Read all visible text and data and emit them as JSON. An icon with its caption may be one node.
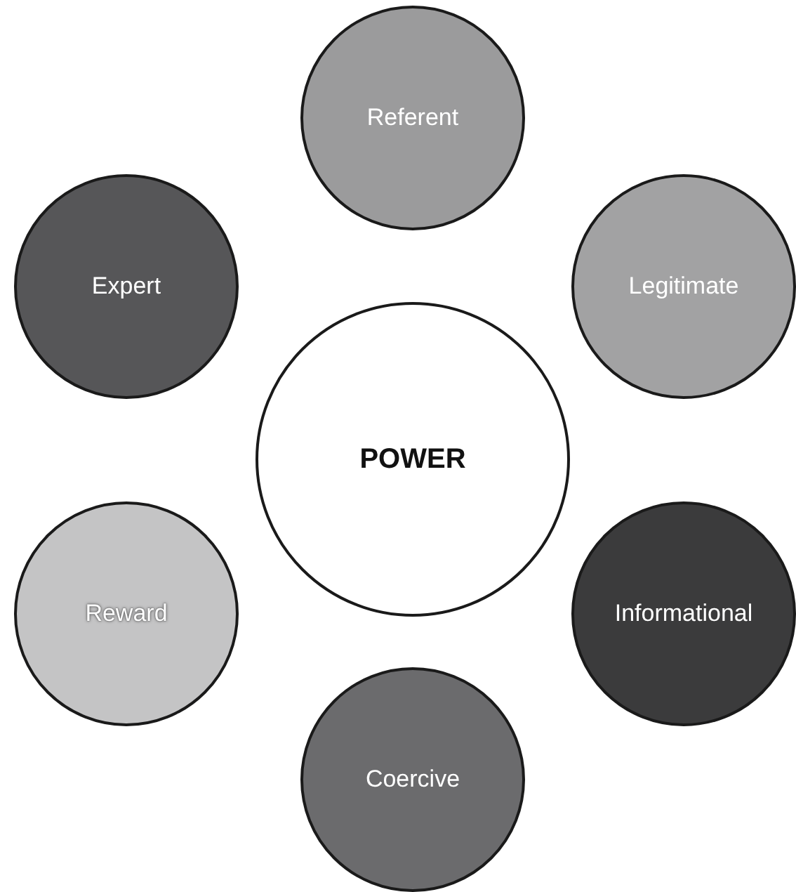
{
  "diagram": {
    "nodes": [
      {
        "text": [
          "POWER"
        ]
      },
      {
        "text": [
          "Referent"
        ]
      },
      {
        "text": [
          "Legitimate"
        ]
      },
      {
        "text": [
          "Informational"
        ]
      },
      {
        "text": [
          "Coercive"
        ]
      },
      {
        "text": [
          "Reward"
        ]
      },
      {
        "text": [
          "Expert"
        ]
      }
    ]
  }
}
